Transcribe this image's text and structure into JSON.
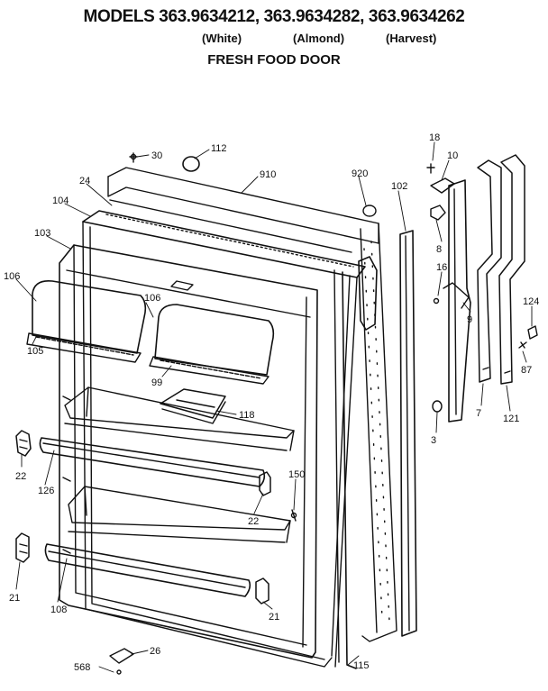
{
  "header": {
    "title": "MODELS 363.9634212, 363.9634282, 363.9634262",
    "variants": [
      "(White)",
      "(Almond)",
      "(Harvest)"
    ],
    "subtitle": "FRESH FOOD DOOR"
  },
  "parts": [
    "30",
    "112",
    "910",
    "920",
    "24",
    "104",
    "103",
    "106",
    "106",
    "105",
    "99",
    "118",
    "22",
    "126",
    "22",
    "150",
    "21",
    "108",
    "21",
    "26",
    "568",
    "115",
    "102",
    "18",
    "10",
    "8",
    "16",
    "9",
    "3",
    "7",
    "121",
    "124",
    "87"
  ],
  "colors": {
    "line": "#111111",
    "background": "#ffffff"
  }
}
